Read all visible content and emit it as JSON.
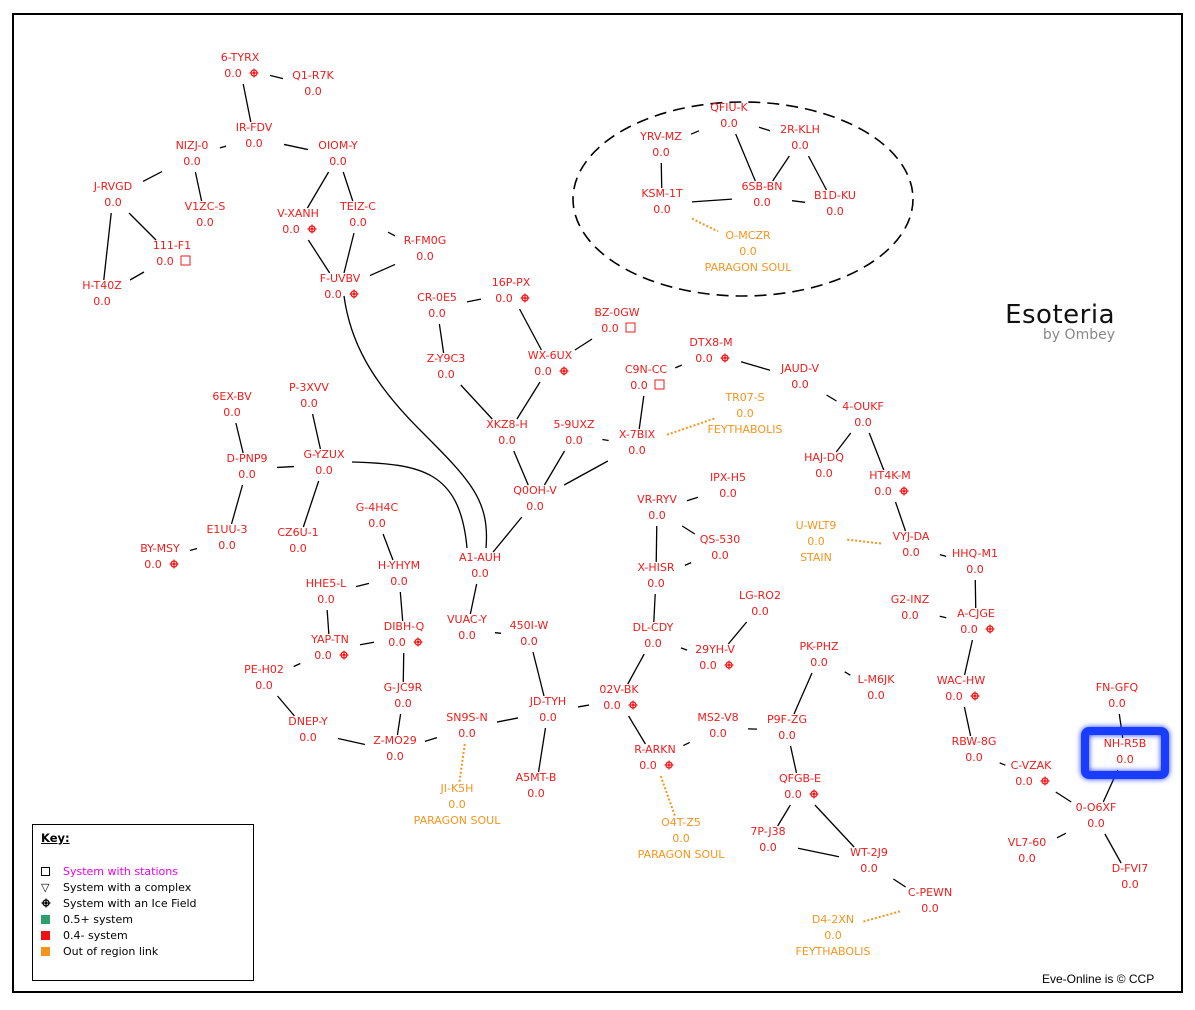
{
  "title": "Esoteria",
  "subtitle": "by Ombey",
  "copyright": "Eve-Online is © CCP",
  "colors": {
    "system": "#ee1c1c",
    "out_of_region": "#f7941d",
    "highlight": "#1a3cff",
    "station_key_text": "#ee00ee",
    "high_sec": "#2e9e6e",
    "low_sec": "#ee1111",
    "out_link": "#f7941d"
  },
  "key": {
    "title": "Key:",
    "items": [
      {
        "symbol": "station-square-icon",
        "label": "System with stations"
      },
      {
        "symbol": "complex-triangle-icon",
        "label": "System with a complex"
      },
      {
        "symbol": "ice-field-icon",
        "label": "System with an Ice Field"
      },
      {
        "symbol": "high-sec-square-icon",
        "label": "0.5+ system"
      },
      {
        "symbol": "low-sec-square-icon",
        "label": "0.4- system"
      },
      {
        "symbol": "out-of-region-square-icon",
        "label": "Out of region link"
      }
    ]
  },
  "constellation_group": [
    "QFIU-K",
    "YRV-MZ",
    "2R-KLH",
    "KSM-1T",
    "6SB-BN",
    "B1D-KU"
  ],
  "highlighted_system": "NH-R5B",
  "systems": [
    {
      "name": "6-TYRX",
      "sec": "0.0",
      "icon": "ice"
    },
    {
      "name": "Q1-R7K",
      "sec": "0.0"
    },
    {
      "name": "IR-FDV",
      "sec": "0.0"
    },
    {
      "name": "NIZJ-0",
      "sec": "0.0"
    },
    {
      "name": "OIOM-Y",
      "sec": "0.0"
    },
    {
      "name": "J-RVGD",
      "sec": "0.0"
    },
    {
      "name": "V1ZC-S",
      "sec": "0.0"
    },
    {
      "name": "V-XANH",
      "sec": "0.0",
      "icon": "ice"
    },
    {
      "name": "TEIZ-C",
      "sec": "0.0"
    },
    {
      "name": "111-F1",
      "sec": "0.0",
      "icon": "station"
    },
    {
      "name": "R-FM0G",
      "sec": "0.0"
    },
    {
      "name": "H-T40Z",
      "sec": "0.0"
    },
    {
      "name": "F-UVBV",
      "sec": "0.0",
      "icon": "ice"
    },
    {
      "name": "QFIU-K",
      "sec": "0.0"
    },
    {
      "name": "YRV-MZ",
      "sec": "0.0"
    },
    {
      "name": "2R-KLH",
      "sec": "0.0"
    },
    {
      "name": "KSM-1T",
      "sec": "0.0"
    },
    {
      "name": "6SB-BN",
      "sec": "0.0"
    },
    {
      "name": "B1D-KU",
      "sec": "0.0"
    },
    {
      "name": "O-MCZR",
      "sec": "0.0",
      "region": "PARAGON SOUL",
      "external": true
    },
    {
      "name": "16P-PX",
      "sec": "0.0",
      "icon": "ice"
    },
    {
      "name": "CR-0E5",
      "sec": "0.0"
    },
    {
      "name": "BZ-0GW",
      "sec": "0.0",
      "icon": "station"
    },
    {
      "name": "WX-6UX",
      "sec": "0.0",
      "icon": "ice"
    },
    {
      "name": "Z-Y9C3",
      "sec": "0.0"
    },
    {
      "name": "DTX8-M",
      "sec": "0.0",
      "icon": "ice"
    },
    {
      "name": "C9N-CC",
      "sec": "0.0",
      "icon": "station"
    },
    {
      "name": "JAUD-V",
      "sec": "0.0"
    },
    {
      "name": "TR07-S",
      "sec": "0.0",
      "region": "FEYTHABOLIS",
      "external": true
    },
    {
      "name": "4-OUKF",
      "sec": "0.0"
    },
    {
      "name": "XKZ8-H",
      "sec": "0.0"
    },
    {
      "name": "5-9UXZ",
      "sec": "0.0"
    },
    {
      "name": "X-7BIX",
      "sec": "0.0"
    },
    {
      "name": "6EX-BV",
      "sec": "0.0"
    },
    {
      "name": "P-3XVV",
      "sec": "0.0"
    },
    {
      "name": "D-PNP9",
      "sec": "0.0"
    },
    {
      "name": "G-YZUX",
      "sec": "0.0"
    },
    {
      "name": "HAJ-DQ",
      "sec": "0.0"
    },
    {
      "name": "HT4K-M",
      "sec": "0.0",
      "icon": "ice"
    },
    {
      "name": "Q0OH-V",
      "sec": "0.0"
    },
    {
      "name": "IPX-H5",
      "sec": "0.0"
    },
    {
      "name": "VR-RYV",
      "sec": "0.0"
    },
    {
      "name": "G-4H4C",
      "sec": "0.0"
    },
    {
      "name": "E1UU-3",
      "sec": "0.0"
    },
    {
      "name": "CZ6U-1",
      "sec": "0.0"
    },
    {
      "name": "BY-MSY",
      "sec": "0.0",
      "icon": "ice"
    },
    {
      "name": "QS-530",
      "sec": "0.0"
    },
    {
      "name": "U-WLT9",
      "sec": "0.0",
      "region": "STAIN",
      "external": true
    },
    {
      "name": "VYJ-DA",
      "sec": "0.0"
    },
    {
      "name": "A1-AUH",
      "sec": "0.0"
    },
    {
      "name": "H-YHYM",
      "sec": "0.0"
    },
    {
      "name": "X-HISR",
      "sec": "0.0"
    },
    {
      "name": "HHQ-M1",
      "sec": "0.0"
    },
    {
      "name": "HHE5-L",
      "sec": "0.0"
    },
    {
      "name": "LG-RO2",
      "sec": "0.0"
    },
    {
      "name": "G2-INZ",
      "sec": "0.0"
    },
    {
      "name": "A-CJGE",
      "sec": "0.0",
      "icon": "ice"
    },
    {
      "name": "VUAC-Y",
      "sec": "0.0"
    },
    {
      "name": "450I-W",
      "sec": "0.0"
    },
    {
      "name": "DIBH-Q",
      "sec": "0.0",
      "icon": "ice"
    },
    {
      "name": "YAP-TN",
      "sec": "0.0",
      "icon": "ice"
    },
    {
      "name": "DL-CDY",
      "sec": "0.0"
    },
    {
      "name": "29YH-V",
      "sec": "0.0",
      "icon": "ice"
    },
    {
      "name": "PK-PHZ",
      "sec": "0.0"
    },
    {
      "name": "PE-H02",
      "sec": "0.0"
    },
    {
      "name": "L-M6JK",
      "sec": "0.0"
    },
    {
      "name": "WAC-HW",
      "sec": "0.0",
      "icon": "ice"
    },
    {
      "name": "G-JC9R",
      "sec": "0.0"
    },
    {
      "name": "FN-GFQ",
      "sec": "0.0"
    },
    {
      "name": "02V-BK",
      "sec": "0.0",
      "icon": "ice"
    },
    {
      "name": "JD-TYH",
      "sec": "0.0"
    },
    {
      "name": "MS2-V8",
      "sec": "0.0"
    },
    {
      "name": "P9F-ZG",
      "sec": "0.0"
    },
    {
      "name": "DNEP-Y",
      "sec": "0.0"
    },
    {
      "name": "SN9S-N",
      "sec": "0.0"
    },
    {
      "name": "RBW-8G",
      "sec": "0.0"
    },
    {
      "name": "NH-R5B",
      "sec": "0.0"
    },
    {
      "name": "Z-MO29",
      "sec": "0.0"
    },
    {
      "name": "R-ARKN",
      "sec": "0.0",
      "icon": "ice"
    },
    {
      "name": "C-VZAK",
      "sec": "0.0",
      "icon": "ice"
    },
    {
      "name": "A5MT-B",
      "sec": "0.0"
    },
    {
      "name": "QFGB-E",
      "sec": "0.0",
      "icon": "ice"
    },
    {
      "name": "0-O6XF",
      "sec": "0.0"
    },
    {
      "name": "JI-K5H",
      "sec": "0.0",
      "region": "PARAGON SOUL",
      "external": true
    },
    {
      "name": "7P-J38",
      "sec": "0.0"
    },
    {
      "name": "O4T-Z5",
      "sec": "0.0",
      "region": "PARAGON SOUL",
      "external": true
    },
    {
      "name": "VL7-60",
      "sec": "0.0"
    },
    {
      "name": "WT-2J9",
      "sec": "0.0"
    },
    {
      "name": "D-FVI7",
      "sec": "0.0"
    },
    {
      "name": "C-PEWN",
      "sec": "0.0"
    },
    {
      "name": "D4-2XN",
      "sec": "0.0",
      "region": "FEYTHABOLIS",
      "external": true
    }
  ],
  "connections": [
    [
      "6-TYRX",
      "Q1-R7K"
    ],
    [
      "6-TYRX",
      "IR-FDV"
    ],
    [
      "IR-FDV",
      "NIZJ-0"
    ],
    [
      "IR-FDV",
      "OIOM-Y"
    ],
    [
      "NIZJ-0",
      "J-RVGD"
    ],
    [
      "NIZJ-0",
      "V1ZC-S"
    ],
    [
      "J-RVGD",
      "111-F1"
    ],
    [
      "J-RVGD",
      "H-T40Z"
    ],
    [
      "111-F1",
      "H-T40Z"
    ],
    [
      "OIOM-Y",
      "V-XANH"
    ],
    [
      "OIOM-Y",
      "TEIZ-C"
    ],
    [
      "TEIZ-C",
      "R-FM0G"
    ],
    [
      "TEIZ-C",
      "F-UVBV"
    ],
    [
      "V-XANH",
      "F-UVBV"
    ],
    [
      "R-FM0G",
      "F-UVBV"
    ],
    [
      "F-UVBV",
      "A1-AUH"
    ],
    [
      "QFIU-K",
      "YRV-MZ"
    ],
    [
      "QFIU-K",
      "2R-KLH"
    ],
    [
      "QFIU-K",
      "6SB-BN"
    ],
    [
      "YRV-MZ",
      "KSM-1T"
    ],
    [
      "KSM-1T",
      "6SB-BN"
    ],
    [
      "6SB-BN",
      "2R-KLH"
    ],
    [
      "6SB-BN",
      "B1D-KU"
    ],
    [
      "2R-KLH",
      "B1D-KU"
    ],
    [
      "CR-0E5",
      "16P-PX"
    ],
    [
      "CR-0E5",
      "Z-Y9C3"
    ],
    [
      "16P-PX",
      "WX-6UX"
    ],
    [
      "BZ-0GW",
      "WX-6UX"
    ],
    [
      "Z-Y9C3",
      "XKZ8-H"
    ],
    [
      "WX-6UX",
      "XKZ8-H"
    ],
    [
      "XKZ8-H",
      "Q0OH-V"
    ],
    [
      "5-9UXZ",
      "Q0OH-V"
    ],
    [
      "5-9UXZ",
      "X-7BIX"
    ],
    [
      "X-7BIX",
      "Q0OH-V"
    ],
    [
      "C9N-CC",
      "X-7BIX"
    ],
    [
      "C9N-CC",
      "DTX8-M"
    ],
    [
      "DTX8-M",
      "JAUD-V"
    ],
    [
      "JAUD-V",
      "4-OUKF"
    ],
    [
      "4-OUKF",
      "HAJ-DQ"
    ],
    [
      "4-OUKF",
      "HT4K-M"
    ],
    [
      "HT4K-M",
      "VYJ-DA"
    ],
    [
      "VYJ-DA",
      "HHQ-M1"
    ],
    [
      "HHQ-M1",
      "A-CJGE"
    ],
    [
      "G2-INZ",
      "A-CJGE"
    ],
    [
      "A-CJGE",
      "WAC-HW"
    ],
    [
      "WAC-HW",
      "RBW-8G"
    ],
    [
      "RBW-8G",
      "C-VZAK"
    ],
    [
      "C-VZAK",
      "0-O6XF"
    ],
    [
      "FN-GFQ",
      "NH-R5B"
    ],
    [
      "NH-R5B",
      "0-O6XF"
    ],
    [
      "0-O6XF",
      "VL7-60"
    ],
    [
      "0-O6XF",
      "D-FVI7"
    ],
    [
      "6EX-BV",
      "D-PNP9"
    ],
    [
      "P-3XVV",
      "G-YZUX"
    ],
    [
      "D-PNP9",
      "G-YZUX"
    ],
    [
      "D-PNP9",
      "E1UU-3"
    ],
    [
      "E1UU-3",
      "BY-MSY"
    ],
    [
      "G-YZUX",
      "CZ6U-1"
    ],
    [
      "G-YZUX",
      "A1-AUH"
    ],
    [
      "Q0OH-V",
      "A1-AUH"
    ],
    [
      "A1-AUH",
      "VUAC-Y"
    ],
    [
      "VUAC-Y",
      "450I-W"
    ],
    [
      "450I-W",
      "JD-TYH"
    ],
    [
      "G-4H4C",
      "H-YHYM"
    ],
    [
      "H-YHYM",
      "HHE5-L"
    ],
    [
      "H-YHYM",
      "DIBH-Q"
    ],
    [
      "HHE5-L",
      "YAP-TN"
    ],
    [
      "YAP-TN",
      "DIBH-Q"
    ],
    [
      "YAP-TN",
      "PE-H02"
    ],
    [
      "DIBH-Q",
      "G-JC9R"
    ],
    [
      "G-JC9R",
      "Z-MO29"
    ],
    [
      "PE-H02",
      "DNEP-Y"
    ],
    [
      "DNEP-Y",
      "Z-MO29"
    ],
    [
      "Z-MO29",
      "SN9S-N"
    ],
    [
      "SN9S-N",
      "JD-TYH"
    ],
    [
      "JD-TYH",
      "A5MT-B"
    ],
    [
      "JD-TYH",
      "02V-BK"
    ],
    [
      "02V-BK",
      "DL-CDY"
    ],
    [
      "02V-BK",
      "R-ARKN"
    ],
    [
      "DL-CDY",
      "X-HISR"
    ],
    [
      "DL-CDY",
      "29YH-V"
    ],
    [
      "29YH-V",
      "LG-RO2"
    ],
    [
      "X-HISR",
      "VR-RYV"
    ],
    [
      "X-HISR",
      "QS-530"
    ],
    [
      "VR-RYV",
      "QS-530"
    ],
    [
      "VR-RYV",
      "IPX-H5"
    ],
    [
      "R-ARKN",
      "MS2-V8"
    ],
    [
      "MS2-V8",
      "P9F-ZG"
    ],
    [
      "P9F-ZG",
      "PK-PHZ"
    ],
    [
      "PK-PHZ",
      "L-M6JK"
    ],
    [
      "P9F-ZG",
      "QFGB-E"
    ],
    [
      "QFGB-E",
      "7P-J38"
    ],
    [
      "QFGB-E",
      "WT-2J9"
    ],
    [
      "7P-J38",
      "WT-2J9"
    ],
    [
      "WT-2J9",
      "C-PEWN"
    ]
  ],
  "region_links": [
    [
      "KSM-1T",
      "O-MCZR"
    ],
    [
      "X-7BIX",
      "TR07-S"
    ],
    [
      "VYJ-DA",
      "U-WLT9"
    ],
    [
      "SN9S-N",
      "JI-K5H"
    ],
    [
      "R-ARKN",
      "O4T-Z5"
    ],
    [
      "C-PEWN",
      "D4-2XN"
    ]
  ]
}
